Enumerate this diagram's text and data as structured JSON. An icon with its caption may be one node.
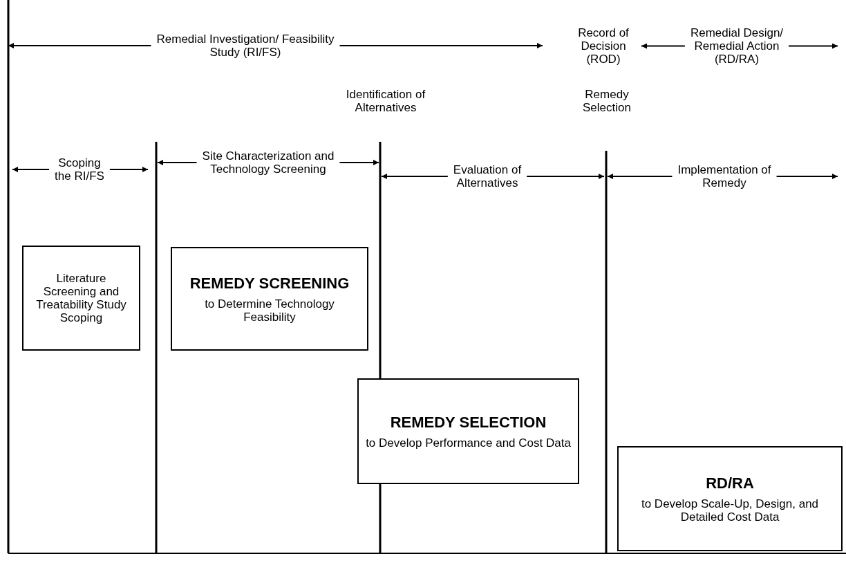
{
  "diagram": {
    "nodes": [
      {
        "text": [
          "Literature Screening and Treatability Study Scoping"
        ]
      },
      {
        "text": [
          "REMEDY SCREENING",
          "to Determine Technology Feasibility"
        ]
      },
      {
        "text": [
          "REMEDY SELECTION",
          "to Develop Performance and Cost Data"
        ]
      },
      {
        "text": [
          "RD/RA",
          "to Develop Scale-Up, Design, and Detailed Cost Data"
        ]
      }
    ],
    "labels": [
      "Remedial Investigation/ Feasibility Study (RI/FS)",
      "Record of Decision (ROD)",
      "Remedial Design/ Remedial Action (RD/RA)",
      "Identification of Alternatives",
      "Remedy Selection",
      "Scoping the RI/FS",
      "Site Characterization and Technology Screening",
      "Evaluation of Alternatives",
      "Implementation of Remedy"
    ]
  }
}
